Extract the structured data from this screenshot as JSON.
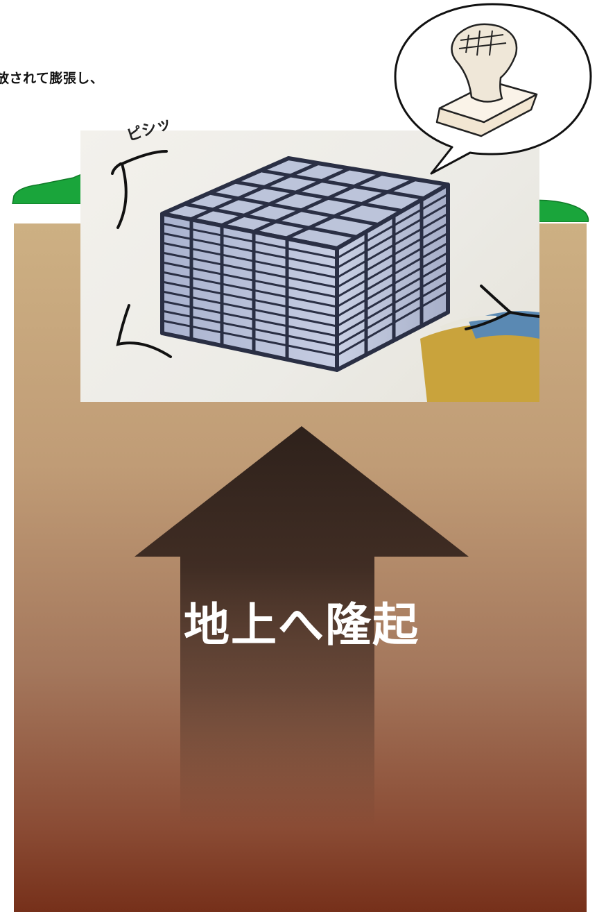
{
  "caption": {
    "text": "放されて膨張し、"
  },
  "photo": {
    "sound_effect": "ピシッ"
  },
  "arrow": {
    "label": "地上へ隆起",
    "direction": "up"
  },
  "colors": {
    "soil_top": "#cdb083",
    "soil_bottom": "#76301a",
    "grass": "#1aa53b",
    "arrow_dark": "#2e211b",
    "arrow_label": "#ffffff",
    "block_face": "#b9c1d8",
    "block_lines": "#2a2f44"
  },
  "icons": {
    "speech_bubble": "speech-bubble-icon",
    "stamp": "stamp-icon",
    "impact_marks": "impact-burst-icon"
  }
}
